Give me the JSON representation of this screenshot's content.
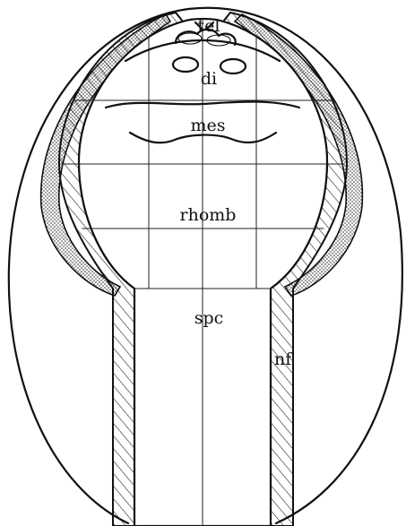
{
  "labels": {
    "tel": "tel",
    "di": "di",
    "mes": "mes",
    "rhomb": "rhomb",
    "spc": "spc",
    "nf": "nf"
  }
}
